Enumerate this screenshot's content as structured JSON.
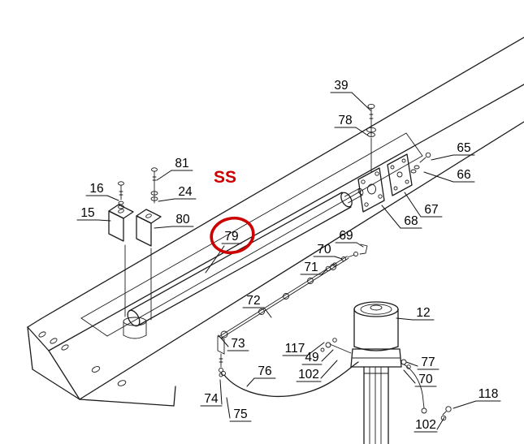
{
  "figure": {
    "type": "exploded-parts-diagram",
    "background": "#ffffff",
    "line_color": "#1c1c1c",
    "highlight_color": "#cc0000"
  },
  "annotations": {
    "ss": "SS",
    "highlighted_callout": "79"
  },
  "callouts": [
    {
      "text": "39"
    },
    {
      "text": "78"
    },
    {
      "text": "65"
    },
    {
      "text": "66"
    },
    {
      "text": "67"
    },
    {
      "text": "68"
    },
    {
      "text": "81"
    },
    {
      "text": "24"
    },
    {
      "text": "16"
    },
    {
      "text": "15"
    },
    {
      "text": "80"
    },
    {
      "text": "79"
    },
    {
      "text": "69"
    },
    {
      "text": "70"
    },
    {
      "text": "71"
    },
    {
      "text": "72"
    },
    {
      "text": "73"
    },
    {
      "text": "117"
    },
    {
      "text": "49"
    },
    {
      "text": "102"
    },
    {
      "text": "12"
    },
    {
      "text": "77"
    },
    {
      "text": "70"
    },
    {
      "text": "74"
    },
    {
      "text": "75"
    },
    {
      "text": "76"
    },
    {
      "text": "118"
    },
    {
      "text": "102"
    }
  ]
}
